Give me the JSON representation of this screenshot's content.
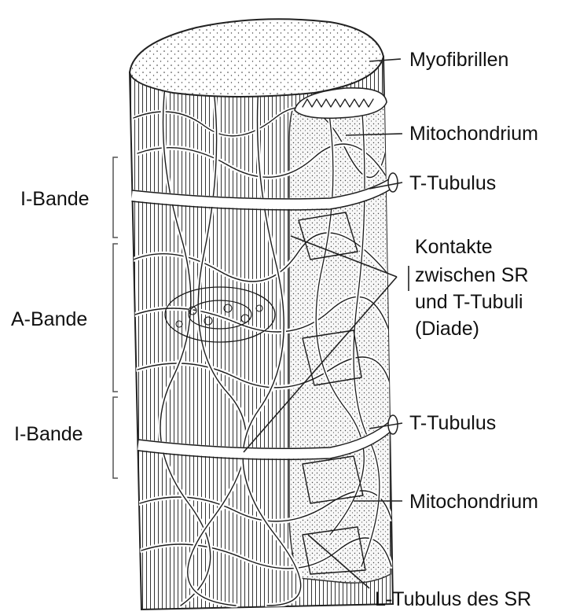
{
  "labels": {
    "myofibrillen": "Myofibrillen",
    "mitochondrium_top": "Mitochondrium",
    "t_tubulus_top": "T-Tubulus",
    "kontakte_line1": "Kontakte",
    "kontakte_line2": "zwischen SR",
    "kontakte_line3": "und T-Tubuli",
    "kontakte_line4": "(Diade)",
    "t_tubulus_bottom": "T-Tubulus",
    "mitochondrium_bottom": "Mitochondrium",
    "l_tubulus": "L-Tubulus des SR",
    "i_bande_top": "I-Bande",
    "a_bande": "A-Bande",
    "i_bande_bottom": "I-Bande"
  }
}
